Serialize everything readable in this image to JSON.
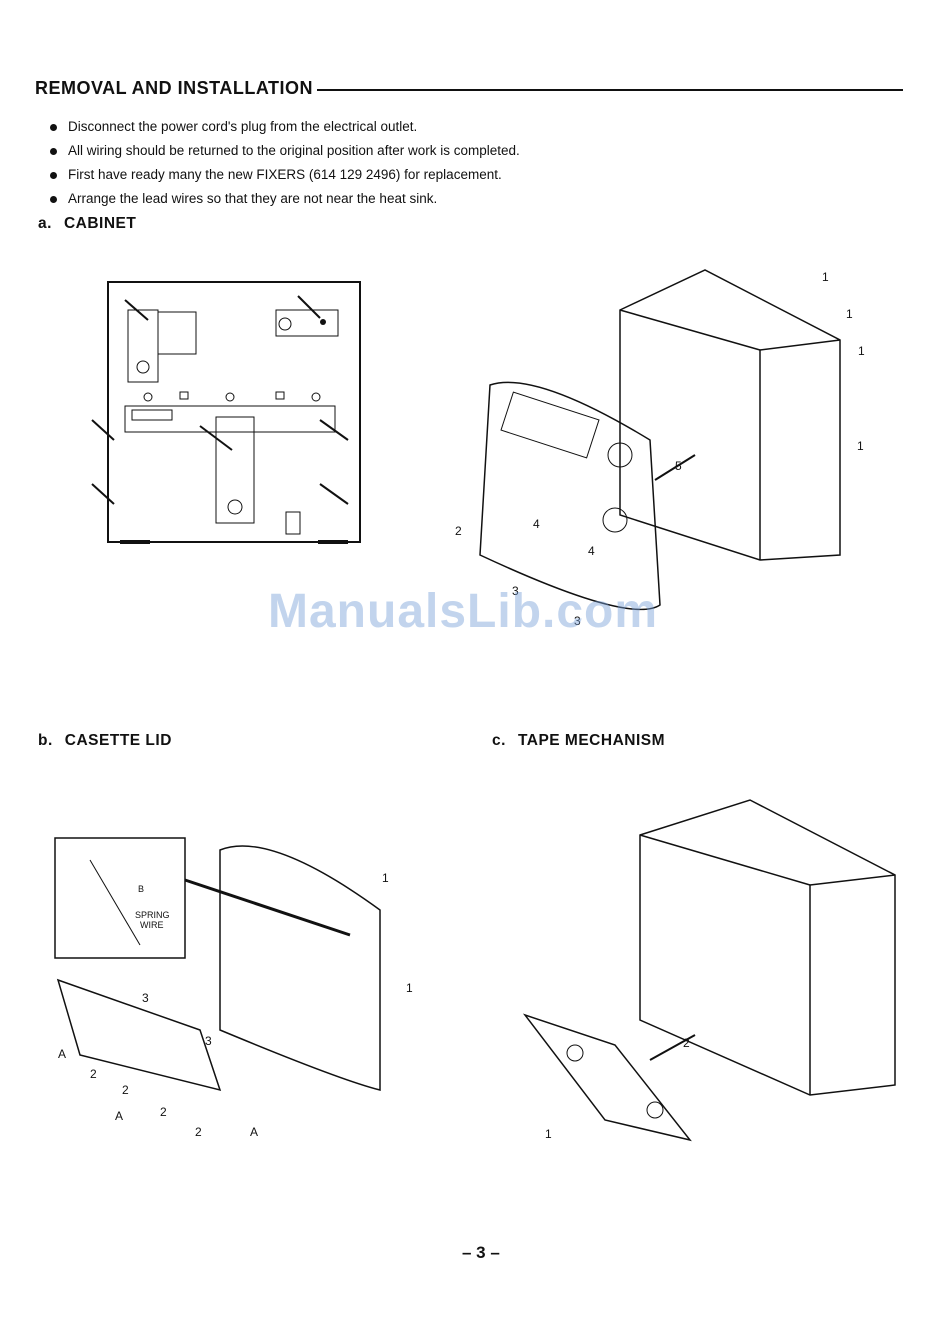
{
  "header": {
    "title": "REMOVAL AND INSTALLATION"
  },
  "instructions": [
    "Disconnect the power cord's plug from the electrical outlet.",
    "All wiring should be returned to the original position after work is completed.",
    "First have ready many the new FIXERS (614 129 2496) for replacement.",
    "Arrange the lead wires so that they are not near the heat sink."
  ],
  "sections": {
    "a": {
      "letter": "a.",
      "title": "CABINET"
    },
    "b": {
      "letter": "b.",
      "title": "CASETTE LID"
    },
    "c": {
      "letter": "c.",
      "title": "TAPE MECHANISM"
    }
  },
  "figure_labels": {
    "spring_wire_1": "SPRING",
    "spring_wire_2": "WIRE",
    "callout_b": "B",
    "callout_a": "A",
    "n1": "1",
    "n2": "2",
    "n3": "3",
    "n4": "4",
    "n5": "5"
  },
  "page_number": "– 3 –",
  "watermark": "ManualsLib.com"
}
